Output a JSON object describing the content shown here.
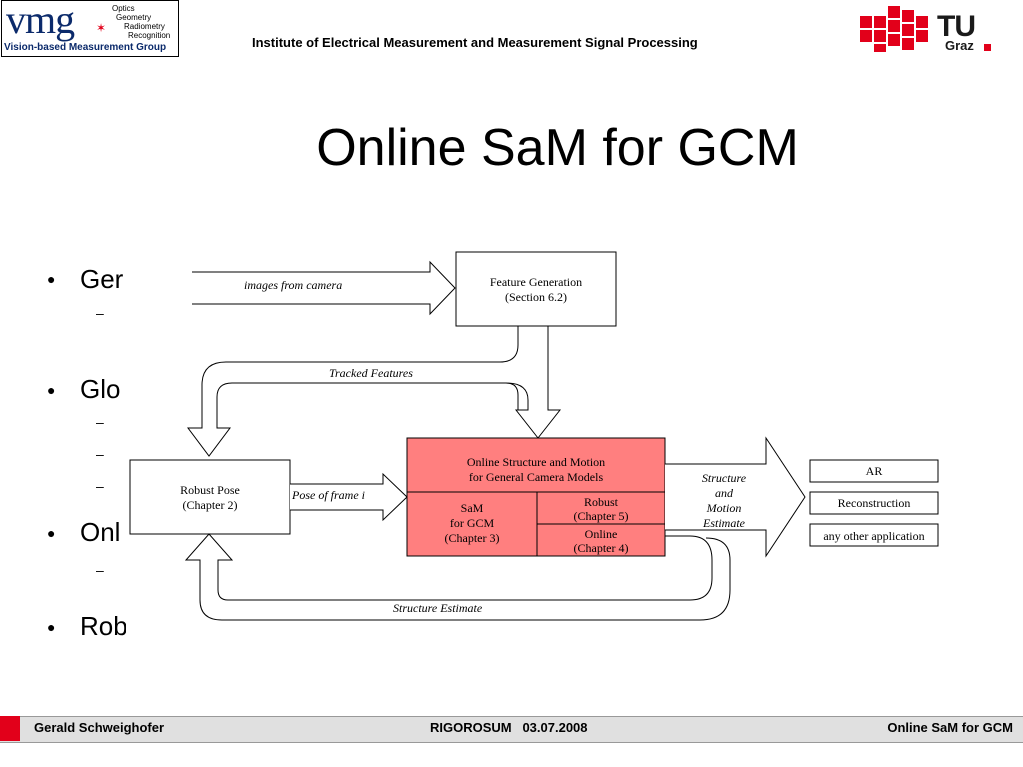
{
  "header": {
    "logo_word": "vmg",
    "logo_sub": [
      "Optics",
      "Geometry",
      "Radiometry",
      "Recognition"
    ],
    "logo_group": "Vision-based Measurement Group",
    "institute": "Institute of Electrical Measurement and Measurement Signal Processing",
    "tu_word": "TU",
    "tu_graz": "Graz"
  },
  "title": "Online SaM for GCM",
  "bullets": [
    {
      "text": "Ger"
    },
    {
      "text": "Glo"
    },
    {
      "text": "Onl"
    },
    {
      "text": "Robustness"
    }
  ],
  "diagram": {
    "input_arrow_label": "images from camera",
    "feature_generation": [
      "Feature Generation",
      "(Section 6.2)"
    ],
    "tracked_features": "Tracked Features",
    "robust_pose": [
      "Robust Pose",
      "(Chapter 2)"
    ],
    "pose_label": "Pose of frame i",
    "online_sam": [
      "Online Structure and Motion",
      "for General Camera Models"
    ],
    "sam_gcm": [
      "SaM",
      "for GCM",
      "(Chapter 3)"
    ],
    "robust": [
      "Robust",
      "(Chapter 5)"
    ],
    "online": [
      "Online",
      "(Chapter 4)"
    ],
    "output_label": [
      "Structure",
      "and",
      "Motion",
      "Estimate"
    ],
    "structure_estimate": "Structure Estimate",
    "applications": [
      "AR",
      "Reconstruction",
      "any other application"
    ]
  },
  "footer": {
    "author": "Gerald Schweighofer",
    "event": "RIGOROSUM   03.07.2008",
    "title": "Online SaM for GCM"
  },
  "colors": {
    "highlight_fill": "#ff7f7f",
    "tu_red": "#e2001a",
    "vmg_blue": "#0b2a6b"
  }
}
